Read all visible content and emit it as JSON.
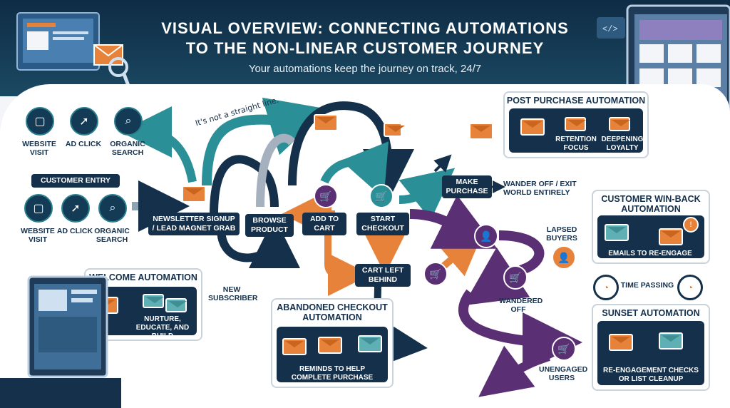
{
  "header": {
    "title_line1": "VISUAL OVERVIEW: CONNECTING AUTOMATIONS",
    "title_line2": "TO THE NON-LINEAR CUSTOMER JOURNEY",
    "subtitle": "Your automations keep the journey on track, 24/7"
  },
  "annotation": "It's not a straight line.",
  "entry_sources_top": [
    "WEBSITE VISIT",
    "AD CLICK",
    "ORGANIC SEARCH"
  ],
  "customer_entry": "CUSTOMER ENTRY",
  "entry_sources_bottom": [
    "WEBSITE VISIT",
    "AD CLICK",
    "ORGANIC SEARCH"
  ],
  "steps": {
    "newsletter": "NEWSLETTER SIGNUP / LEAD MAGNET GRAB",
    "browse": "BROWSE PRODUCT",
    "add_to_cart": "ADD TO CART",
    "start_checkout": "START CHECKOUT",
    "cart_left": "CART LEFT BEHIND",
    "make_purchase": "MAKE PURCHASE",
    "new_subscriber": "NEW SUBSCRIBER",
    "wander_off": "WANDER OFF / EXIT WORLD ENTIRELY",
    "lapsed_buyers": "LAPSED BUYERS",
    "wandered_off": "WANDERED OFF",
    "unengaged_users": "UNENGAGED USERS",
    "time_passing": "TIME PASSING"
  },
  "automations": {
    "welcome": {
      "title": "WELCOME AUTOMATION",
      "caption": "NURTURE, EDUCATE, AND BUILD RELATIONSHIP"
    },
    "abandoned": {
      "title": "ABANDONED CHECKOUT AUTOMATION",
      "caption": "REMINDS TO HELP COMPLETE PURCHASE"
    },
    "post_purchase": {
      "title": "POST PURCHASE AUTOMATION",
      "retention": "RETENTION FOCUS",
      "loyalty": "DEEPENING LOYALTY"
    },
    "winback": {
      "title": "CUSTOMER WIN-BACK AUTOMATION",
      "caption": "EMAILS TO RE-ENGAGE"
    },
    "sunset": {
      "title": "SUNSET AUTOMATION",
      "caption": "RE-ENGAGEMENT CHECKS OR LIST CLEANUP"
    }
  },
  "colors": {
    "navy": "#15304a",
    "teal": "#2a8f96",
    "orange": "#e7823a",
    "purple": "#5b2f73"
  }
}
